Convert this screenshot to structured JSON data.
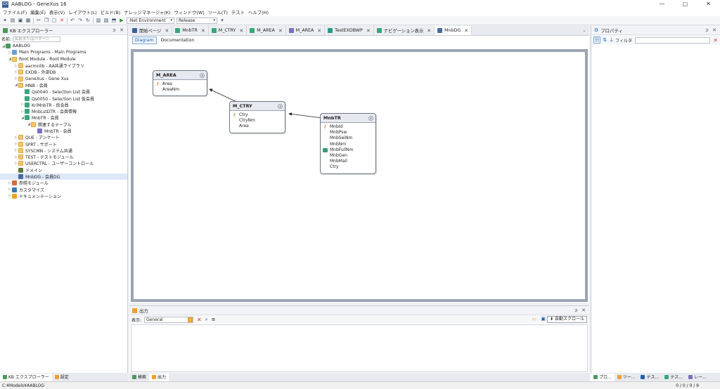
{
  "window": {
    "app_icon_text": "GX",
    "title": "AABLOG - GeneXus 16",
    "controls": [
      "—",
      "▢",
      "✕"
    ]
  },
  "menu": [
    "ファイル(F)",
    "編集(E)",
    "表示(V)",
    "レイアウト(L)",
    "ビルド(B)",
    "ナレッジマネージャ(K)",
    "ウィンドウ(W)",
    "ツール(T)",
    "テスト",
    "ヘルプ(H)"
  ],
  "toolbar": {
    "environment": ".Net Environment",
    "configuration": "Release"
  },
  "kb_explorer": {
    "title": "KB エクスプローラー",
    "filter_label": "名前:",
    "filter_placeholder": "名前またはパターン",
    "items": [
      {
        "label": "AABLOG",
        "icon": "kb",
        "depth": 0,
        "expander": "◢"
      },
      {
        "label": "Main Programs - Main Programs",
        "icon": "prog",
        "depth": 1,
        "expander": "▷"
      },
      {
        "label": "Root Module - Root Module",
        "icon": "folder",
        "depth": 1,
        "expander": "◢"
      },
      {
        "label": "aacmnlib - AA共通ライブラリ",
        "icon": "folder",
        "depth": 2,
        "expander": "▷"
      },
      {
        "label": "EXDB - 外部DB",
        "icon": "folder",
        "depth": 2,
        "expander": "▷"
      },
      {
        "label": "GeneXus - Gene Xus",
        "icon": "folder",
        "depth": 2,
        "expander": "▷"
      },
      {
        "label": "MNB - 会員",
        "icon": "folder",
        "depth": 2,
        "expander": "◢"
      },
      {
        "label": "Qs0040 - Selection List 会員",
        "icon": "grid",
        "depth": 3,
        "expander": ""
      },
      {
        "label": "Qs0050 - Selection List 仮会員",
        "icon": "grid",
        "depth": 3,
        "expander": ""
      },
      {
        "label": "KriMnbTR - 仮会員",
        "icon": "grid",
        "depth": 3,
        "expander": "▷"
      },
      {
        "label": "MnbLstDTR - 会員情報",
        "icon": "grid",
        "depth": 3,
        "expander": "▷"
      },
      {
        "label": "MnbTR - 会員",
        "icon": "grid",
        "depth": 3,
        "expander": "◢"
      },
      {
        "label": "関連するテーブル",
        "icon": "folder",
        "depth": 4,
        "expander": "◢"
      },
      {
        "label": "MnbTR - 会員",
        "icon": "trn",
        "depth": 5,
        "expander": ""
      },
      {
        "label": "QUE - アンケート",
        "icon": "folder",
        "depth": 2,
        "expander": "▷"
      },
      {
        "label": "SPRT - サポート",
        "icon": "folder",
        "depth": 2,
        "expander": "▷"
      },
      {
        "label": "SYSCMN - システム共通",
        "icon": "folder",
        "depth": 2,
        "expander": "▷"
      },
      {
        "label": "TEST - テストモジュール",
        "icon": "folder",
        "depth": 2,
        "expander": "▷"
      },
      {
        "label": "USERCTRL - ユーザーコントロール",
        "icon": "folder",
        "depth": 2,
        "expander": "▷"
      },
      {
        "label": "ドメイン",
        "icon": "dom",
        "depth": 2,
        "expander": ""
      },
      {
        "label": "MnbDG - 会員DG",
        "icon": "dg",
        "depth": 2,
        "expander": "",
        "selected": true
      },
      {
        "label": "参照モジュール",
        "icon": "ref",
        "depth": 1,
        "expander": "▷"
      },
      {
        "label": "カスタマイズ",
        "icon": "cust",
        "depth": 1,
        "expander": "▷"
      },
      {
        "label": "ドキュメンテーション",
        "icon": "doc",
        "depth": 1,
        "expander": "▷"
      }
    ]
  },
  "editor": {
    "tabs": [
      {
        "label": "開始ページ",
        "icon": "gx",
        "active": false
      },
      {
        "label": "MnbTR",
        "icon": "grid",
        "active": false
      },
      {
        "label": "M_CTRY",
        "icon": "grid",
        "active": false
      },
      {
        "label": "M_AREA",
        "icon": "grid",
        "active": false
      },
      {
        "label": "M_AREA",
        "icon": "trn",
        "active": false
      },
      {
        "label": "TestEXDBWP",
        "icon": "wp",
        "active": false
      },
      {
        "label": "ナビゲーション表示",
        "icon": "nav",
        "active": false
      },
      {
        "label": "MnbDG",
        "icon": "dg",
        "active": true
      }
    ],
    "overflow_glyph": "⌄",
    "subtabs": [
      {
        "label": "Diagram",
        "active": true
      },
      {
        "label": "Documentation",
        "active": false
      }
    ]
  },
  "diagram": {
    "entities": [
      {
        "id": "m_area",
        "name": "M_AREA",
        "collapse_glyph": "⇕",
        "attributes": [
          {
            "name": "Area",
            "role": "key"
          },
          {
            "name": "AreaNm",
            "role": ""
          }
        ]
      },
      {
        "id": "m_ctry",
        "name": "M_CTRY",
        "collapse_glyph": "⇕",
        "attributes": [
          {
            "name": "Ctry",
            "role": "key"
          },
          {
            "name": "CtryNm",
            "role": ""
          },
          {
            "name": "Area",
            "role": ""
          }
        ]
      },
      {
        "id": "mnbtr",
        "name": "MnbTR",
        "collapse_glyph": "⇕",
        "attributes": [
          {
            "name": "MnbId",
            "role": "key"
          },
          {
            "name": "MnbPsw",
            "role": ""
          },
          {
            "name": "MnbSeiNm",
            "role": ""
          },
          {
            "name": "MnbNm",
            "role": ""
          },
          {
            "name": "MnbFullNm",
            "role": "desc"
          },
          {
            "name": "MnbGen",
            "role": ""
          },
          {
            "name": "MnbMail",
            "role": ""
          },
          {
            "name": "Ctry",
            "role": ""
          }
        ]
      }
    ]
  },
  "output": {
    "title": "出力",
    "show_label": "表示:",
    "source": "General",
    "autoscroll_label": "自動スクロール"
  },
  "properties": {
    "title": "プロパティ",
    "filter_label": "フィルタ"
  },
  "bottom_tabs": {
    "left": [
      {
        "label": "KB エクスプローラー",
        "active": true
      },
      {
        "label": "設定",
        "active": false
      }
    ],
    "middle": [
      {
        "label": "検索",
        "active": false
      },
      {
        "label": "出力",
        "active": true
      }
    ],
    "right": [
      {
        "label": "プロ...",
        "active": true
      },
      {
        "label": "ツー...",
        "active": false
      },
      {
        "label": "テス...",
        "active": false
      },
      {
        "label": "テス...",
        "active": false
      },
      {
        "label": "レー...",
        "active": false
      }
    ]
  },
  "status": {
    "path": "C:¥Models¥AABLOG",
    "counts": "0 / 0 / 0 / 9"
  },
  "colors": {
    "accent": "#2060b0",
    "canvas_border": "#9aa4b4",
    "key_icon": "#d2691e"
  }
}
